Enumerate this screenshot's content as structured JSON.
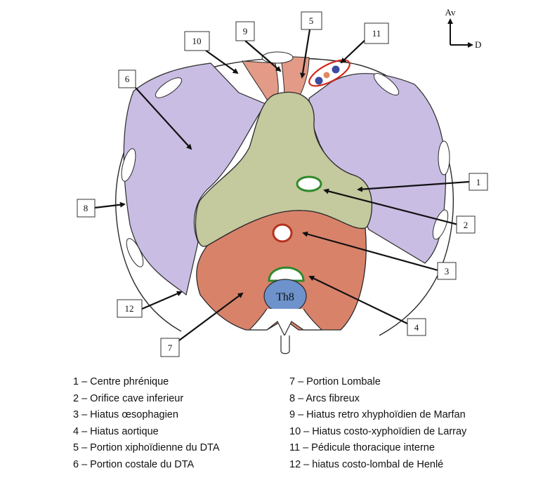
{
  "figure": {
    "orientation": {
      "up_label": "Av",
      "right_label": "D"
    },
    "vertebra_label": "Th8",
    "callouts": [
      {
        "id": "1",
        "label": "1"
      },
      {
        "id": "2",
        "label": "2"
      },
      {
        "id": "3",
        "label": "3"
      },
      {
        "id": "4",
        "label": "4"
      },
      {
        "id": "5",
        "label": "5"
      },
      {
        "id": "6",
        "label": "6"
      },
      {
        "id": "7",
        "label": "7"
      },
      {
        "id": "8",
        "label": "8"
      },
      {
        "id": "9",
        "label": "9"
      },
      {
        "id": "10",
        "label": "10"
      },
      {
        "id": "11",
        "label": "11"
      },
      {
        "id": "12",
        "label": "12"
      }
    ],
    "colors": {
      "costal_portion": "#c9bde3",
      "central_tendon": "#c4c99e",
      "lumbar_portion": "#d9826a",
      "xiphoid_portion": "#e39a86",
      "hiatus_ring_green": "#2e8a2a",
      "hiatus_ring_red": "#b3331f",
      "vertebra": "#6d92cc",
      "vessel_blue": "#3c4aa0",
      "vessel_orange": "#e08a60",
      "outline": "#2a2a2a"
    }
  },
  "legend": {
    "left": [
      "1 – Centre phrénique",
      "2 – Orifice cave inferieur",
      "3 – Hiatus œsophagien",
      "4 – Hiatus aortique",
      "5 – Portion xiphoïdienne du DTA",
      "6 – Portion costale du DTA"
    ],
    "right": [
      "7 – Portion Lombale",
      "8 – Arcs fibreux",
      "9 – Hiatus retro xhyphoïdien de Marfan",
      "10 – Hiatus costo-xyphoïdien de Larray",
      "11 – Pédicule thoracique interne",
      "12 – hiatus costo-lombal de Henlé"
    ]
  }
}
